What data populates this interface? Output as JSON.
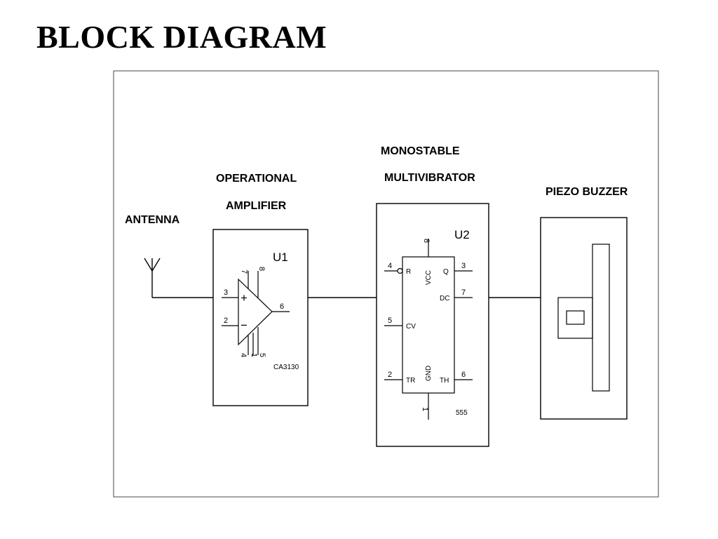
{
  "title": "BLOCK DIAGRAM",
  "blocks": {
    "antenna": {
      "label": "ANTENNA"
    },
    "opamp": {
      "label_line1": "OPERATIONAL",
      "label_line2": "AMPLIFIER",
      "ref": "U1",
      "part": "CA3130",
      "plus": "+",
      "minus": "−",
      "pins": {
        "p7": "7",
        "p8": "8",
        "p3": "3",
        "p2": "2",
        "p6": "6",
        "p4": "4",
        "p1": "1",
        "p5": "5"
      }
    },
    "monostable": {
      "label_line1": "MONOSTABLE",
      "label_line2": "MULTIVIBRATOR",
      "ref": "U2",
      "part": "555",
      "pins": {
        "p8": "8",
        "p4": "4",
        "p3": "3",
        "p7": "7",
        "p5": "5",
        "p2": "2",
        "p6": "6",
        "p1": "1"
      },
      "pin_labels": {
        "r": "R",
        "vcc": "VCC",
        "q": "Q",
        "dc": "DC",
        "cv": "CV",
        "tr": "TR",
        "gnd": "GND",
        "th": "TH"
      }
    },
    "buzzer": {
      "label": "PIEZO BUZZER"
    }
  },
  "colors": {
    "line": "#000000",
    "frame": "#666666",
    "background": "#ffffff"
  }
}
